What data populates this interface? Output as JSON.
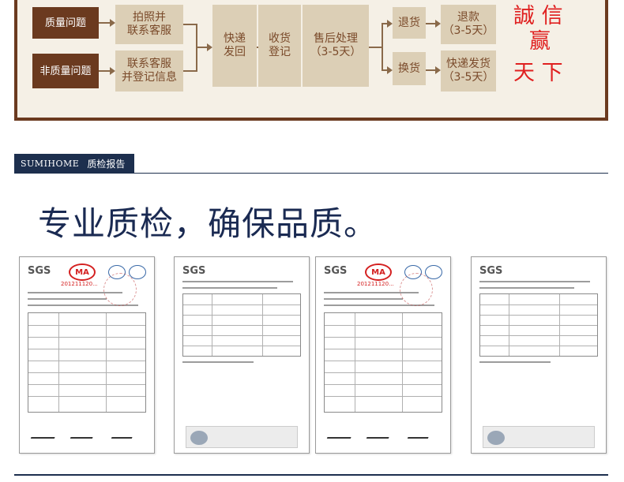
{
  "flow": {
    "quality_issue": "质量问题",
    "non_quality_issue": "非质量问题",
    "photo_contact": "拍照并\n联系客服",
    "contact_register": "联系客服\n并登记信息",
    "ship_back": "快递\n发回",
    "receive_register": "收货\n登记",
    "after_sales": "售后处理\n（3-5天）",
    "return_goods": "退货",
    "refund": "退款\n（3-5天）",
    "exchange": "换货",
    "express_ship": "快递发货\n（3-5天）",
    "slogan_1": "誠 信",
    "slogan_2": "赢",
    "slogan_3": "天 下",
    "colors": {
      "dark_box": "#6b3a1f",
      "light_box": "#dccfb6",
      "slogan": "#e02020"
    }
  },
  "section": {
    "brand": "SUMIHOME",
    "title": "质检报告",
    "headline": "专业质检，确保品质。"
  },
  "reports": [
    {
      "logo": "SGS",
      "ma": "MA",
      "ma_number": "201211120...",
      "has_seals": true
    },
    {
      "logo": "SGS",
      "has_seals": false
    },
    {
      "logo": "SGS",
      "ma": "MA",
      "ma_number": "201211120...",
      "has_seals": true
    },
    {
      "logo": "SGS",
      "has_seals": false
    }
  ]
}
